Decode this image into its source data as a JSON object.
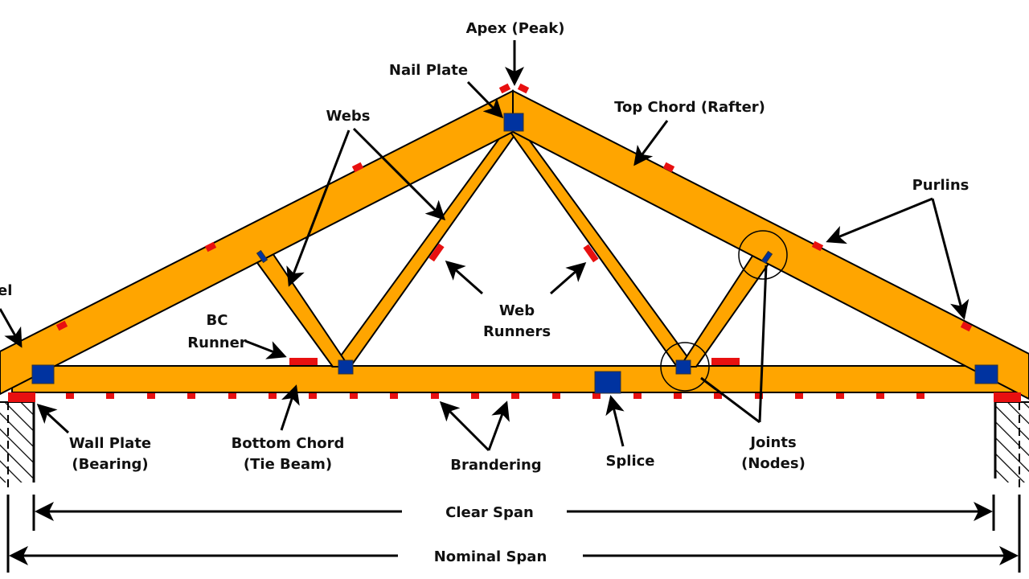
{
  "labels": {
    "apex": "Apex (Peak)",
    "nail_plate": "Nail Plate",
    "webs": "Webs",
    "top_chord": "Top Chord (Rafter)",
    "purlins": "Purlins",
    "heel": "el",
    "bc_runner_1": "BC",
    "bc_runner_2": "Runner",
    "web_runners_1": "Web",
    "web_runners_2": "Runners",
    "wall_plate_1": "Wall Plate",
    "wall_plate_2": "(Bearing)",
    "bottom_chord_1": "Bottom Chord",
    "bottom_chord_2": "(Tie Beam)",
    "brandering": "Brandering",
    "splice": "Splice",
    "joints_1": "Joints",
    "joints_2": "(Nodes)",
    "clear_span": "Clear Span",
    "nominal_span": "Nominal Span"
  },
  "colors": {
    "timber": "#FFA500",
    "nail_plate": "#0033A0",
    "brandering_purlins": "#E81010",
    "outline": "#000000"
  }
}
